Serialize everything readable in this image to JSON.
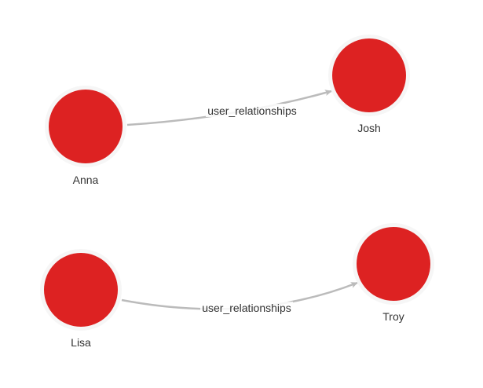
{
  "graph": {
    "colors": {
      "node_fill": "#dd2222",
      "node_halo": "#f6f6f6",
      "edge": "#bbbbbb",
      "label": "#333333",
      "background": "#ffffff"
    },
    "nodes": [
      {
        "id": "anna",
        "label": "Anna"
      },
      {
        "id": "josh",
        "label": "Josh"
      },
      {
        "id": "lisa",
        "label": "Lisa"
      },
      {
        "id": "troy",
        "label": "Troy"
      }
    ],
    "edges": [
      {
        "id": "anna-josh",
        "source": "anna",
        "target": "josh",
        "label": "user_relationships"
      },
      {
        "id": "lisa-troy",
        "source": "lisa",
        "target": "troy",
        "label": "user_relationships"
      }
    ]
  }
}
